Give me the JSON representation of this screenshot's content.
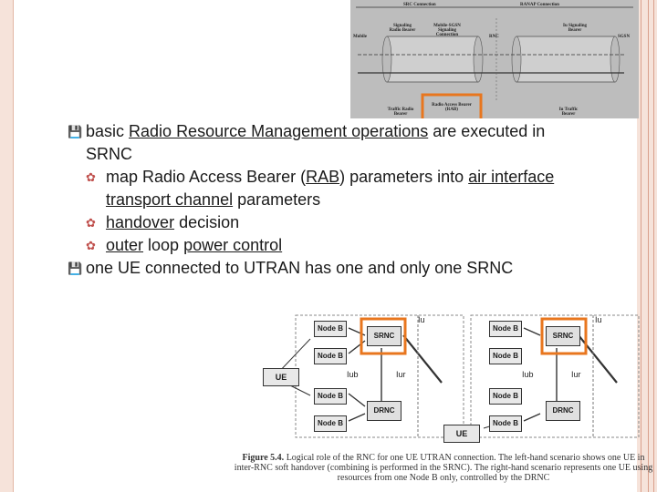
{
  "top_diagram": {
    "src_connection": "SRC Connection",
    "ranap_connection": "RANAP Connection",
    "mobile_left": "Mobile",
    "signaling_rb": "Signaling Radio Bearer",
    "mobile_sgsn": "Mobile-SGSN Signaling Connection",
    "rnc": "RNC",
    "iu_signaling": "Iu Signaling Bearer",
    "sgsn": "SGSN",
    "traffic_rb": "Traffic Radio Bearer",
    "rab": "Radio Access Bearer (RAB)",
    "iu_traffic": "Iu Traffic Bearer"
  },
  "bullets": [
    {
      "prefix": "basic ",
      "underlined": "Radio Resource Management operations",
      "suffix": " are executed in SRNC"
    },
    {
      "sub": [
        {
          "part1": "map Radio Access Bearer (",
          "rab": "RAB",
          "part2": ") parameters into ",
          "air": "air interface transport channel",
          "part3": " parameters"
        },
        {
          "under": "handover",
          "rest": " decision"
        },
        {
          "under1": "outer",
          "mid": " loop ",
          "under2": "power control"
        }
      ]
    },
    {
      "text": "one UE connected to UTRAN has one and only one SRNC"
    }
  ],
  "figure": {
    "node_b": "Node B",
    "srnc": "SRNC",
    "drnc": "DRNC",
    "ue": "UE",
    "iu": "Iu",
    "iub": "Iub",
    "iur": "Iur",
    "caption_label": "Figure 5.4.",
    "caption_text": "Logical role of the RNC for one UE UTRAN connection. The left-hand scenario shows one UE in inter-RNC soft handover (combining is performed in the SRNC). The right-hand scenario represents one UE using resources from one Node B only, controlled by the DRNC"
  },
  "colors": {
    "accent": "#e8761e",
    "border": "#f6e3da"
  }
}
